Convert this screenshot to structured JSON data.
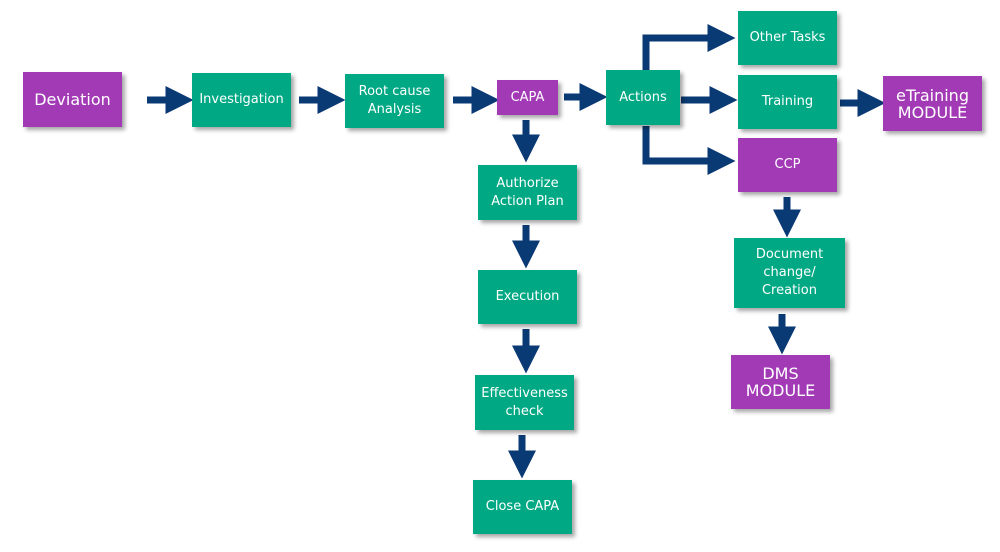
{
  "colors": {
    "green": "#00a884",
    "purple": "#a23ab5",
    "arrow": "#0a3a73"
  },
  "nodes": {
    "deviation": "Deviation",
    "investigation": "Investigation",
    "root_cause": "Root cause\nAnalysis",
    "capa": "CAPA",
    "actions": "Actions",
    "other_tasks": "Other Tasks",
    "training": "Training",
    "etraining": "eTraining\nMODULE",
    "ccp": "CCP",
    "document_change": "Document\nchange/\nCreation",
    "dms": "DMS\nMODULE",
    "authorize": "Authorize\nAction Plan",
    "execution": "Execution",
    "effectiveness": "Effectiveness\ncheck",
    "close_capa": "Close CAPA"
  }
}
